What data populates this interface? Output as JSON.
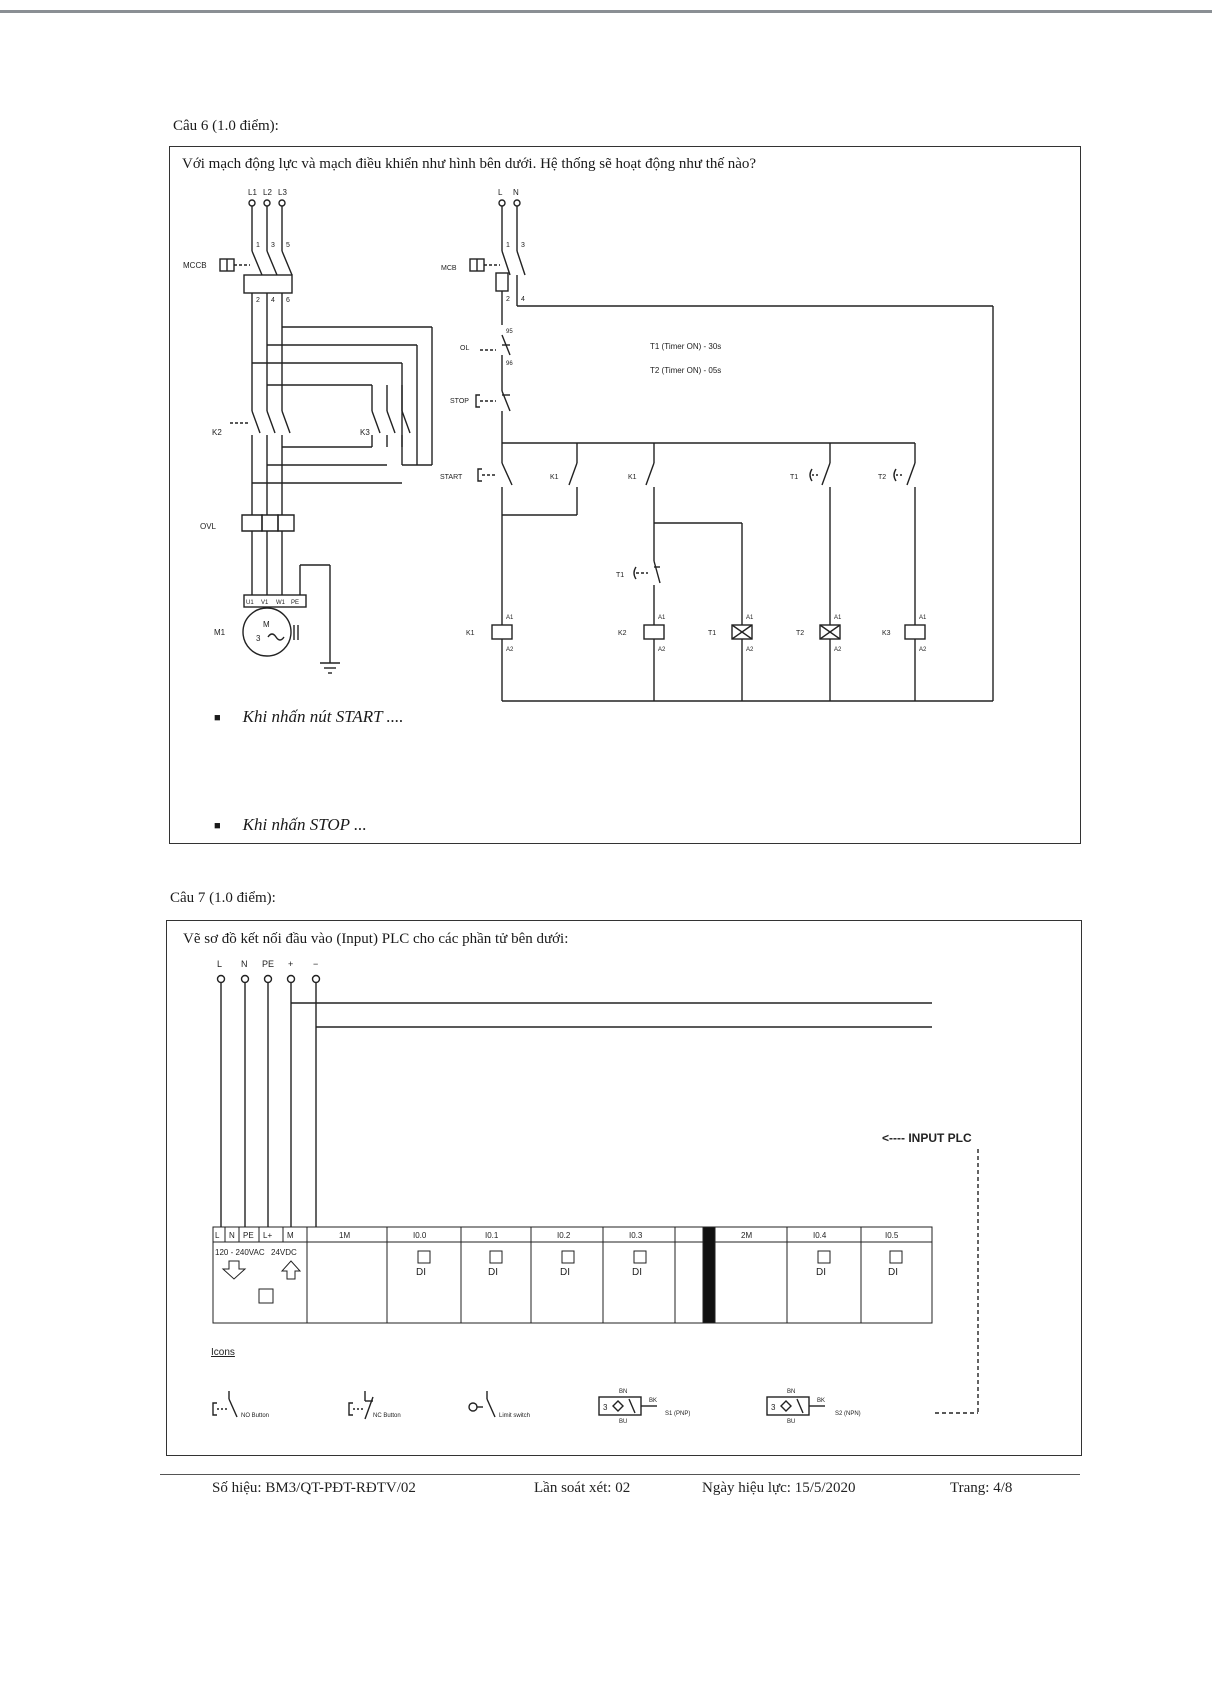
{
  "q6": {
    "title": "Câu 6 (1.0 điểm):",
    "prompt": "Với mạch động lực và mạch điều khiển như hình bên dưới. Hệ thống sẽ hoạt động như thế nào?",
    "power": {
      "phases": [
        "L1",
        "L2",
        "L3"
      ],
      "mcb": "MCCB",
      "mcb_top": [
        "1",
        "3",
        "5"
      ],
      "mcb_bottom": [
        "2",
        "4",
        "6"
      ],
      "k2": "K2",
      "k3": "K3",
      "ovl": "OVL",
      "motor_terms": [
        "U1",
        "V1",
        "W1",
        "PE"
      ],
      "motor": "M1",
      "motor_sym_m": "M",
      "motor_sym_3": "3"
    },
    "control": {
      "supply": [
        "L",
        "N"
      ],
      "mcb": "MCB",
      "mcb_top": [
        "1",
        "3"
      ],
      "mcb_bottom": [
        "2",
        "4"
      ],
      "ol": "OL",
      "ol_terms": [
        "95",
        "96"
      ],
      "stop": "STOP",
      "start": "START",
      "t1_note": "T1 (Timer ON) - 30s",
      "t2_note": "T2 (Timer ON) - 05s",
      "contacts": [
        "K1",
        "K1",
        "T1",
        "T2"
      ],
      "t1_nc": "T1",
      "coils": [
        "K1",
        "K2",
        "T1",
        "T2",
        "K3"
      ],
      "a1": "A1",
      "a2": "A2"
    },
    "bullet1": "Khi nhấn nút START ....",
    "bullet2": "Khi nhấn STOP ..."
  },
  "q7": {
    "title": "Câu 7 (1.0 điểm):",
    "prompt": "Vẽ sơ đồ kết nối đầu vào (Input) PLC cho các phần tử bên dưới:",
    "terminals": [
      "L",
      "N",
      "PE",
      "+",
      "−"
    ],
    "input_label": "<---- INPUT PLC",
    "plc_headers": [
      "L",
      "N",
      "PE",
      "L+",
      "M",
      "1M",
      "I0.0",
      "I0.1",
      "I0.2",
      "I0.3",
      "2M",
      "I0.4",
      "I0.5"
    ],
    "supply_ac": "120 - 240VAC",
    "supply_dc": "24VDC",
    "di": "DI",
    "icons_title": "Icons",
    "icons": [
      "NO Button",
      "NC Button",
      "Limit switch",
      "S1 (PNP)",
      "S2 (NPN)"
    ],
    "sensor_bn": "BN",
    "sensor_bu": "BU",
    "sensor_bk": "BK",
    "sensor_3": "3"
  },
  "footer": {
    "code": "Số hiệu: BM3/QT-PĐT-RĐTV/02",
    "review": "Lần soát xét: 02",
    "date": "Ngày hiệu lực: 15/5/2020",
    "page": "Trang: 4/8"
  }
}
